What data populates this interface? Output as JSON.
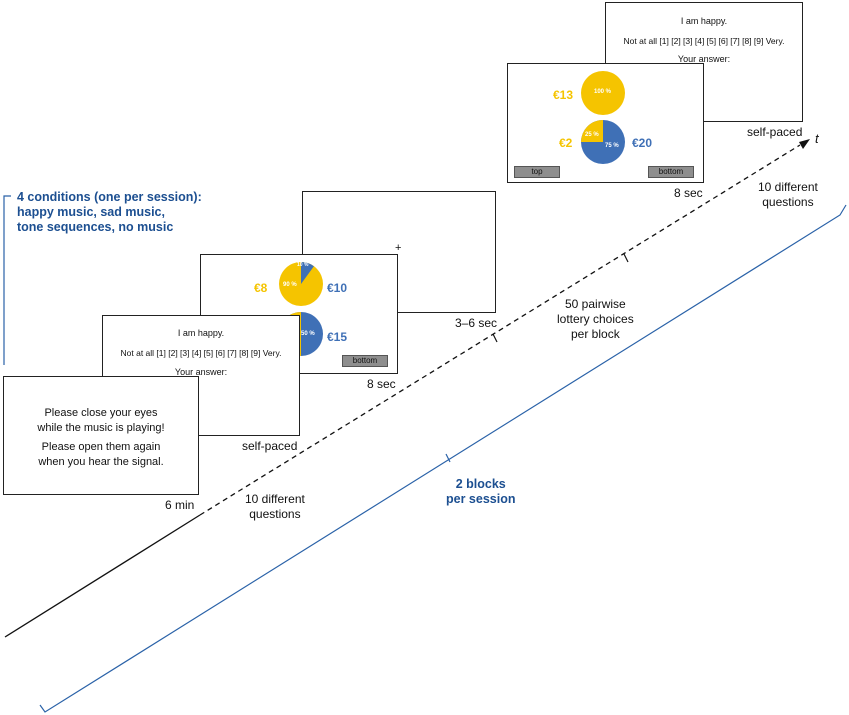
{
  "conditions": {
    "line1": "4 conditions (one per session):",
    "line2": "happy music, sad music,",
    "line3": "tone sequences, no music"
  },
  "rest_screen": {
    "line1": "Please close your eyes",
    "line2": "while the music is playing!",
    "line3": "Please open them again",
    "line4": "when you hear the signal.",
    "duration": "6 min"
  },
  "question_screen": {
    "statement": "I am happy.",
    "scale": "Not at all  [1] [2] [3] [4] [5] [6] [7] [8] [9]  Very.",
    "answer": "Your answer:",
    "timing": "self-paced"
  },
  "lottery_screen": {
    "top_left_amount": "€8",
    "top_pie_main": "90 %",
    "top_pie_small": "10 %",
    "top_right_amount": "€10",
    "bottom_pie_label": "50 %",
    "bottom_right_amount": "€15",
    "bottom_button": "bottom",
    "timing": "8 sec"
  },
  "fixation_screen": {
    "symbol": "+",
    "timing": "3–6 sec"
  },
  "final_question_screen": {
    "statement": "I am happy.",
    "scale": "Not at all  [1] [2] [3] [4] [5] [6] [7] [8] [9]  Very.",
    "answer": "Your answer:",
    "timing": "self-paced"
  },
  "final_lottery_screen": {
    "top_amount": "€13",
    "top_pie_label": "100 %",
    "bottom_left_amount": "€2",
    "bottom_pie_small": "25 %",
    "bottom_pie_main": "75 %",
    "bottom_right_amount": "€20",
    "top_button": "top",
    "bottom_button": "bottom",
    "timing": "8 sec"
  },
  "timeline": {
    "questions_early_line1": "10 different",
    "questions_early_line2": "questions",
    "choices_line1": "50 pairwise",
    "choices_line2": "lottery choices",
    "choices_line3": "per block",
    "questions_late_line1": "10 different",
    "questions_late_line2": "questions",
    "time_axis": "t",
    "blocks_line1": "2 blocks",
    "blocks_line2": "per session"
  },
  "colors": {
    "blue_text": "#1c4f91",
    "pie_yellow": "#f5c400",
    "pie_blue": "#3f70b6",
    "bracket_blue": "#2a62a8"
  }
}
